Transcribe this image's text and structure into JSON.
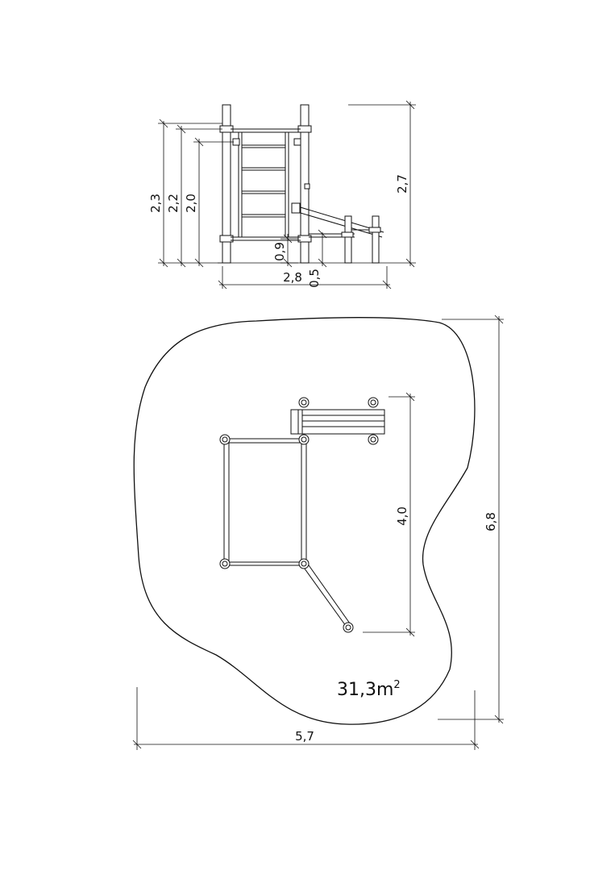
{
  "elevation_view": {
    "dimensions": {
      "height_outer": "2,3",
      "height_mid": "2,2",
      "height_inner": "2,0",
      "height_total": "2,7",
      "platform_height": "0,9",
      "step_height": "0,5",
      "width": "2,8"
    }
  },
  "plan_view": {
    "dimensions": {
      "depth": "4,0",
      "overall_depth": "6,8",
      "overall_width": "5,7"
    },
    "area": {
      "value": "31,3m",
      "superscript": "2"
    }
  }
}
